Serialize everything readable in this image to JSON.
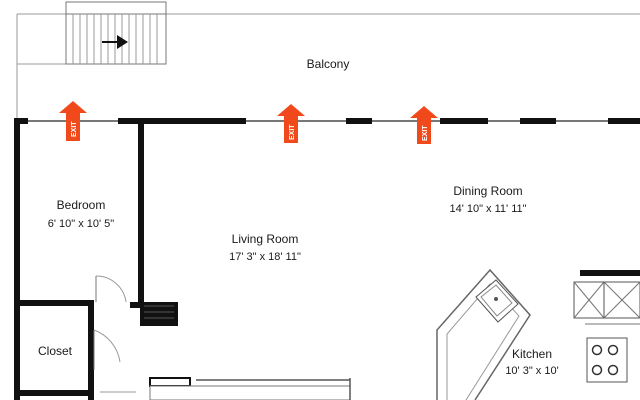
{
  "rooms": {
    "balcony": {
      "name": "Balcony"
    },
    "bedroom": {
      "name": "Bedroom",
      "dims": "6' 10\" x 10' 5\""
    },
    "living": {
      "name": "Living Room",
      "dims": "17' 3\" x 18' 11\""
    },
    "dining": {
      "name": "Dining Room",
      "dims": "14' 10\" x 11' 11\""
    },
    "closet": {
      "name": "Closet"
    },
    "kitchen": {
      "name": "Kitchen",
      "dims": "10' 3\" x 10'"
    }
  },
  "exit_label": "EXIT",
  "colors": {
    "wall": "#111111",
    "exit": "#f04a1c",
    "thin_line": "#9a9a9a"
  },
  "icons": [
    "stairs-icon",
    "arrow-right-icon",
    "exit-arrow-icon",
    "sink-icon",
    "stove-icon",
    "fridge-icon"
  ]
}
